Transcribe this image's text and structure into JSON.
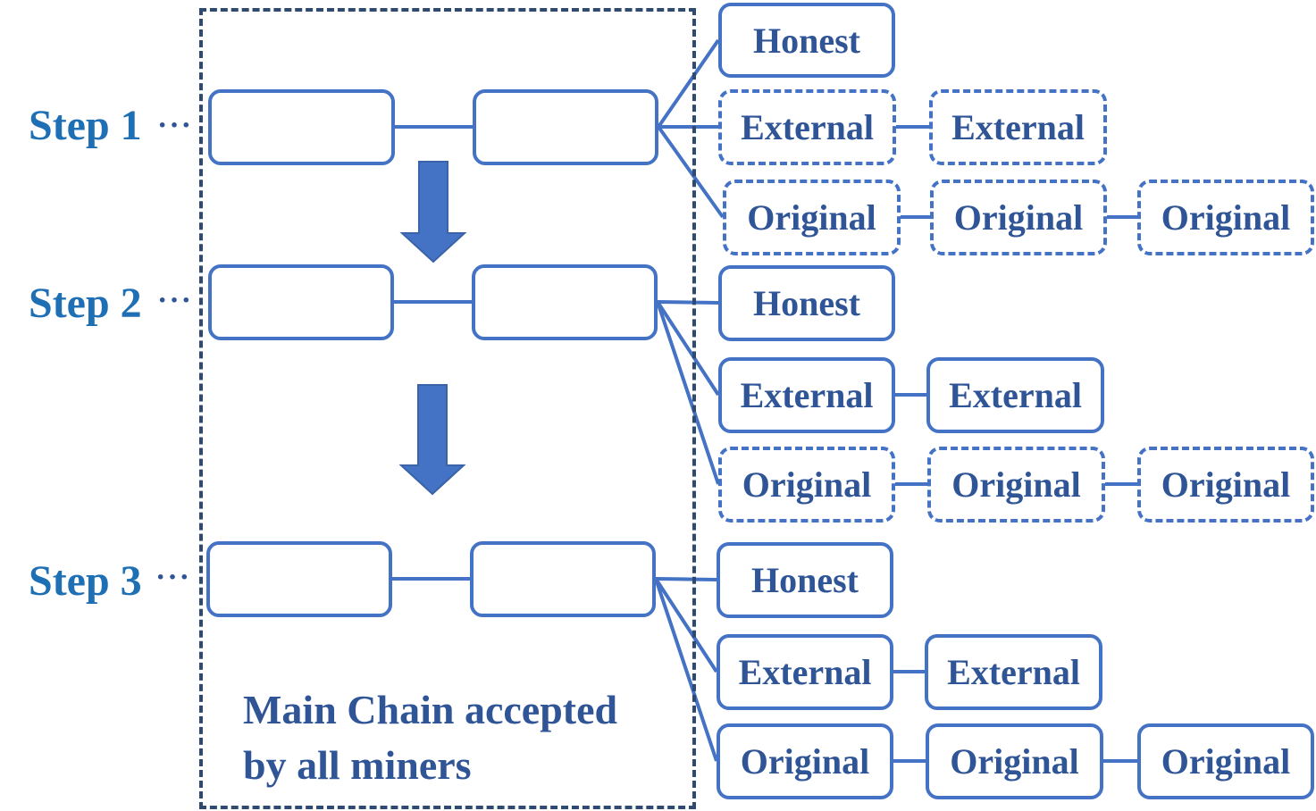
{
  "steps": [
    {
      "label": "Step 1",
      "ellipsis": "···",
      "branches": {
        "honest": [
          "Honest"
        ],
        "external": [
          "External",
          "External"
        ],
        "original": [
          "Original",
          "Original",
          "Original"
        ]
      },
      "styles": {
        "honest": "solid",
        "external": "dashed",
        "original": "dashed"
      }
    },
    {
      "label": "Step 2",
      "ellipsis": "···",
      "branches": {
        "honest": [
          "Honest"
        ],
        "external": [
          "External",
          "External"
        ],
        "original": [
          "Original",
          "Original",
          "Original"
        ]
      },
      "styles": {
        "honest": "solid",
        "external": "solid",
        "original": "dashed"
      }
    },
    {
      "label": "Step 3",
      "ellipsis": "···",
      "branches": {
        "honest": [
          "Honest"
        ],
        "external": [
          "External",
          "External"
        ],
        "original": [
          "Original",
          "Original",
          "Original"
        ]
      },
      "styles": {
        "honest": "solid",
        "external": "solid",
        "original": "solid"
      }
    }
  ],
  "main_chain": {
    "caption_line1": "Main Chain accepted",
    "caption_line2": "by all miners"
  },
  "colors": {
    "box_border": "#4472c4",
    "box_text": "#2f5597",
    "step_text": "#1f6fb5",
    "arrow": "#4472c4",
    "region_border": "#2e4a70"
  }
}
